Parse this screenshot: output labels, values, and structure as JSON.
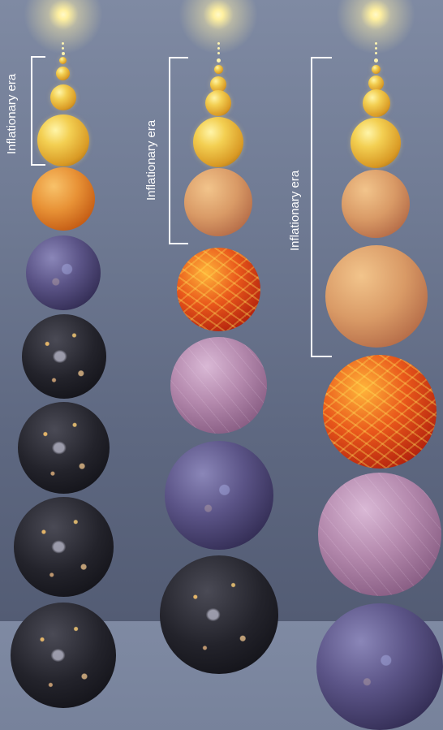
{
  "columns": [
    {
      "era_label": "Inflationary era"
    },
    {
      "era_label": "Inflationary era"
    },
    {
      "era_label": "Inflationary era"
    }
  ]
}
